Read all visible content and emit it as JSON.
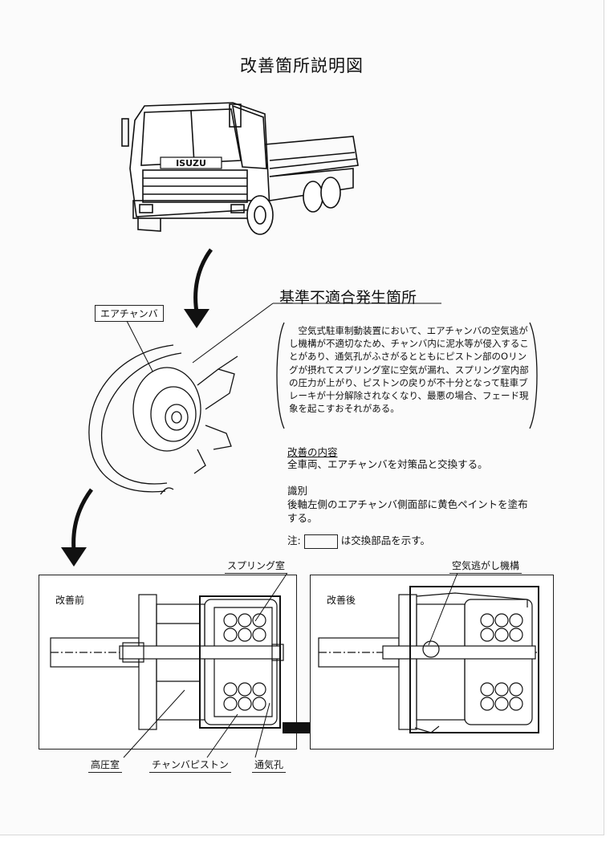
{
  "document": {
    "title": "改善箇所説明図",
    "truck_logo": "ISUZU",
    "problem_heading": "基準不適合発生箇所",
    "air_chamber_label": "エアチャンバ",
    "description": "空気式駐車制動装置において、エアチャンバの空気逃がし機構が不適切なため、チャンバ内に泥水等が侵入することがあり、通気孔がふさがるとともにピストン部のOリングが摂れてスプリング室に空気が漏れ、スプリング室内部の圧力が上がり、ピストンの戻りが不十分となって駐車ブレーキが十分解除されなくなり、最悪の場合、フェード現象を起こすおそれがある。",
    "improvement": {
      "title": "改善の内容",
      "text": "全車両、エアチャンバを対策品と交換する。"
    },
    "identification": {
      "title": "識別",
      "text": "後軸左側のエアチャンバ側面部に黄色ペイントを塗布する。"
    },
    "note": {
      "prefix": "注:",
      "suffix": "は交換部品を示す。"
    },
    "before_panel": {
      "label": "改善前",
      "callout_spring": "スプリング室",
      "callout_high_pressure": "高圧室",
      "callout_piston": "チャンバピストン",
      "callout_vent": "通気孔"
    },
    "after_panel": {
      "label": "改善後",
      "callout_relief": "空気逃がし機構"
    }
  }
}
